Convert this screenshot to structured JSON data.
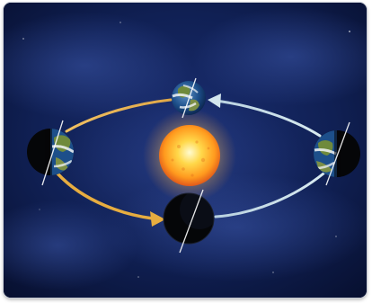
{
  "figure": {
    "description_free": true,
    "colors": {
      "space_deep": "#070f2e",
      "space_mid": "#12245e",
      "space_glow": "#2a428c",
      "orbit_warm": "#e3b25a",
      "orbit_cool": "#c9dfe8",
      "sun_core": "#fff6b0",
      "sun_mid": "#ffb21e",
      "sun_edge": "#e0581a",
      "ocean": "#1d4f8a",
      "land": "#6f8a3c",
      "cloud": "#f2f4f6",
      "night": "#050608",
      "frame_border": "#c9cdd6"
    }
  },
  "bodies": [
    {
      "id": "sun",
      "icon": "sun-icon"
    },
    {
      "id": "earth-top",
      "icon": "earth-icon",
      "lit": "full"
    },
    {
      "id": "earth-left",
      "icon": "earth-icon",
      "lit": "right-half"
    },
    {
      "id": "earth-right",
      "icon": "earth-icon",
      "lit": "left-half"
    },
    {
      "id": "earth-bottom",
      "icon": "earth-icon",
      "lit": "none"
    }
  ],
  "arrows": [
    {
      "id": "arrow-left-to-bottom",
      "color": "warm"
    },
    {
      "id": "arrow-right-to-top",
      "color": "cool"
    }
  ]
}
